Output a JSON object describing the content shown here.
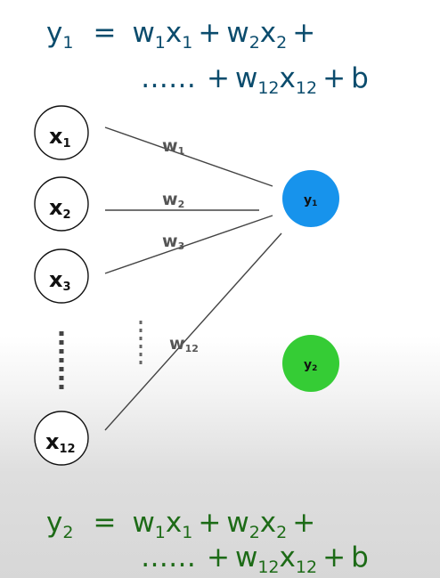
{
  "colors": {
    "equation_y1": "#0b4c6d",
    "equation_y2": "#1d6b17",
    "node_y1_fill": "#1793ec",
    "node_y2_fill": "#35cc35",
    "input_stroke": "#111111",
    "edge_stroke": "#444444",
    "weight_label": "#555555"
  },
  "equations": {
    "y1": {
      "line1": {
        "lhs_base": "y",
        "lhs_sub": "1",
        "equals": "=",
        "term1_w": "w",
        "term1_w_sub": "1",
        "term1_x": "x",
        "term1_x_sub": "1",
        "plus1": "+",
        "term2_w": "w",
        "term2_w_sub": "2",
        "term2_x": "x",
        "term2_x_sub": "2",
        "plus2": "+"
      },
      "line2": {
        "ellipsis": "……",
        "plus1": "+",
        "term_w": "w",
        "term_w_sub": "12",
        "term_x": "x",
        "term_x_sub": "12",
        "plus2": "+",
        "bias": "b"
      }
    },
    "y2": {
      "line1": {
        "lhs_base": "y",
        "lhs_sub": "2",
        "equals": "=",
        "term1_w": "w",
        "term1_w_sub": "1",
        "term1_x": "x",
        "term1_x_sub": "1",
        "plus1": "+",
        "term2_w": "w",
        "term2_w_sub": "2",
        "term2_x": "x",
        "term2_x_sub": "2",
        "plus2": "+"
      },
      "line2": {
        "ellipsis": "……",
        "plus1": "+",
        "term_w": "w",
        "term_w_sub": "12",
        "term_x": "x",
        "term_x_sub": "12",
        "plus2": "+",
        "bias": "b"
      }
    }
  },
  "nodes": {
    "inputs": [
      {
        "base": "x",
        "sub": "1"
      },
      {
        "base": "x",
        "sub": "2"
      },
      {
        "base": "x",
        "sub": "3"
      },
      {
        "base": "x",
        "sub": "12"
      }
    ],
    "outputs": [
      {
        "base": "y",
        "sub": "1"
      },
      {
        "base": "y",
        "sub": "2"
      }
    ]
  },
  "weights": [
    {
      "base": "w",
      "sub": "1"
    },
    {
      "base": "w",
      "sub": "2"
    },
    {
      "base": "w",
      "sub": "3"
    },
    {
      "base": "w",
      "sub": "12"
    }
  ]
}
